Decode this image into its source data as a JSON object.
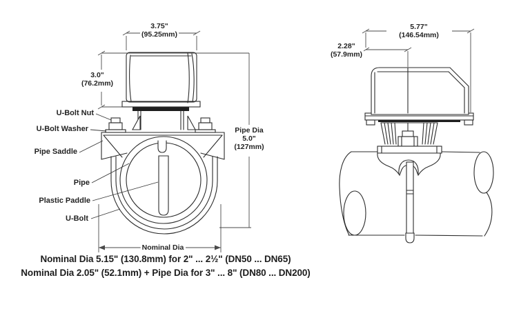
{
  "drawing": {
    "front_view": {
      "labels": {
        "u_bolt_nut": "U-Bolt Nut",
        "u_bolt_washer": "U-Bolt Washer",
        "pipe_saddle": "Pipe Saddle",
        "pipe": "Pipe",
        "plastic_paddle": "Plastic Paddle",
        "u_bolt": "U-Bolt"
      },
      "dimensions": {
        "width_in": "3.75\"",
        "width_mm": "(95.25mm)",
        "height_in": "3.0\"",
        "height_mm": "(76.2mm)",
        "pipe_dia_label": "Pipe Dia",
        "pipe_dia_in": "5.0\"",
        "pipe_dia_mm": "(127mm)",
        "nominal_dia_label": "Nominal Dia"
      }
    },
    "side_view": {
      "dimensions": {
        "width_in": "5.77\"",
        "width_mm": "(146.54mm)",
        "offset_in": "2.28\"",
        "offset_mm": "(57.9mm)"
      }
    },
    "notes": {
      "line1": "Nominal Dia 5.15\" (130.8mm) for 2\" ... 2½\" (DN50 ... DN65)",
      "line2": "Nominal Dia 2.05\" (52.1mm) + Pipe Dia for 3\" ... 8\" (DN80 ... DN200)"
    },
    "colors": {
      "line": "#2b2b2b",
      "dim_line": "#4a4a4a",
      "text": "#232323",
      "background": "#ffffff"
    }
  }
}
